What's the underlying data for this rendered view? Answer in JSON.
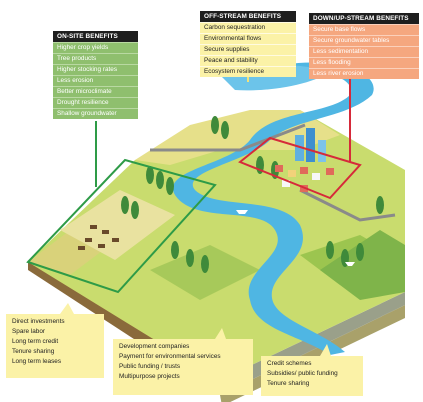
{
  "onsite": {
    "header": "ON-SITE BENEFITS",
    "items": [
      "Higher crop yields",
      "Tree products",
      "Higher stocking rates",
      "Less erosion",
      "Better microclimate",
      "Drought resilience",
      "Shallow groundwater"
    ]
  },
  "offstream": {
    "header": "OFF-STREAM BENEFITS",
    "items": [
      "Carbon sequestration",
      "Environmental flows",
      "Secure supplies",
      "Peace and stability",
      "Ecosystem resilience"
    ]
  },
  "updown": {
    "header": "DOWN/UP-STREAM BENEFITS",
    "items": [
      "Secure base flows",
      "Secure groundwater tables",
      "Less sedimentation",
      "Less flooding",
      "Less river erosion"
    ]
  },
  "instruments_onsite": [
    "Direct investments",
    "Spare labor",
    "Long term credit",
    "Tenure sharing",
    "Long term leases"
  ],
  "instruments_public": [
    "Development companies",
    "Payment for environmental services",
    "Public funding / trusts",
    "Multipurpose projects"
  ],
  "instruments_credit": [
    "Credit schemes",
    "Subsidies/ public funding",
    "Tenure sharing"
  ],
  "colors": {
    "onsite_accent": "#2e9b47",
    "updown_accent": "#d62a3a",
    "offstream_accent": "#f3e27a",
    "river": "#4fb6e3",
    "land": "#c9dc6e"
  }
}
